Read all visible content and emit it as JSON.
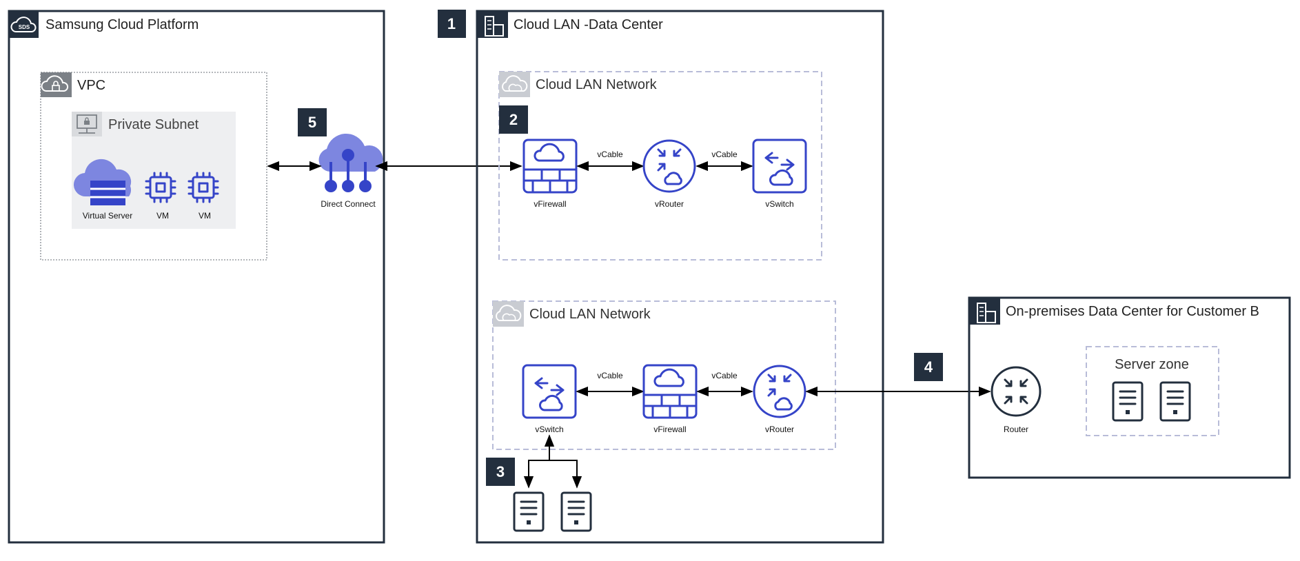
{
  "sdp": {
    "title": "Samsung Cloud Platform",
    "logo_text": "SDS",
    "vpc": {
      "label": "VPC",
      "subnet": {
        "label": "Private Subnet",
        "items": [
          "Virtual Server",
          "VM",
          "VM"
        ]
      }
    },
    "direct_connect": "Direct Connect",
    "badge": "5"
  },
  "cloud_lan_dc": {
    "title": "Cloud LAN -Data Center",
    "badge": "1",
    "network1": {
      "label": "Cloud LAN Network",
      "badge": "2",
      "nodes": [
        "vFirewall",
        "vRouter",
        "vSwitch"
      ],
      "cables": [
        "vCable",
        "vCable"
      ]
    },
    "network2": {
      "label": "Cloud LAN Network",
      "nodes": [
        "vSwitch",
        "vFirewall",
        "vRouter"
      ],
      "cables": [
        "vCable",
        "vCable"
      ]
    },
    "servers_badge": "3"
  },
  "onprem": {
    "title": "On-premises Data Center for Customer B",
    "router": "Router",
    "server_zone": "Server zone",
    "badge": "4"
  },
  "colors": {
    "accent_blue": "#3544c8",
    "dark": "#232f3e",
    "grey_header": "#7b8086",
    "dashed_border": "#b8bcd8",
    "subnet_bg": "#eeeff1"
  },
  "icons": [
    "cloud-lock-icon",
    "lock-icon",
    "computer-lock-icon",
    "cloud-server-icon",
    "chip-icon",
    "direct-connect-icon",
    "building-icon",
    "cloud-network-icon",
    "firewall-icon",
    "router-icon",
    "switch-icon",
    "server-icon"
  ]
}
